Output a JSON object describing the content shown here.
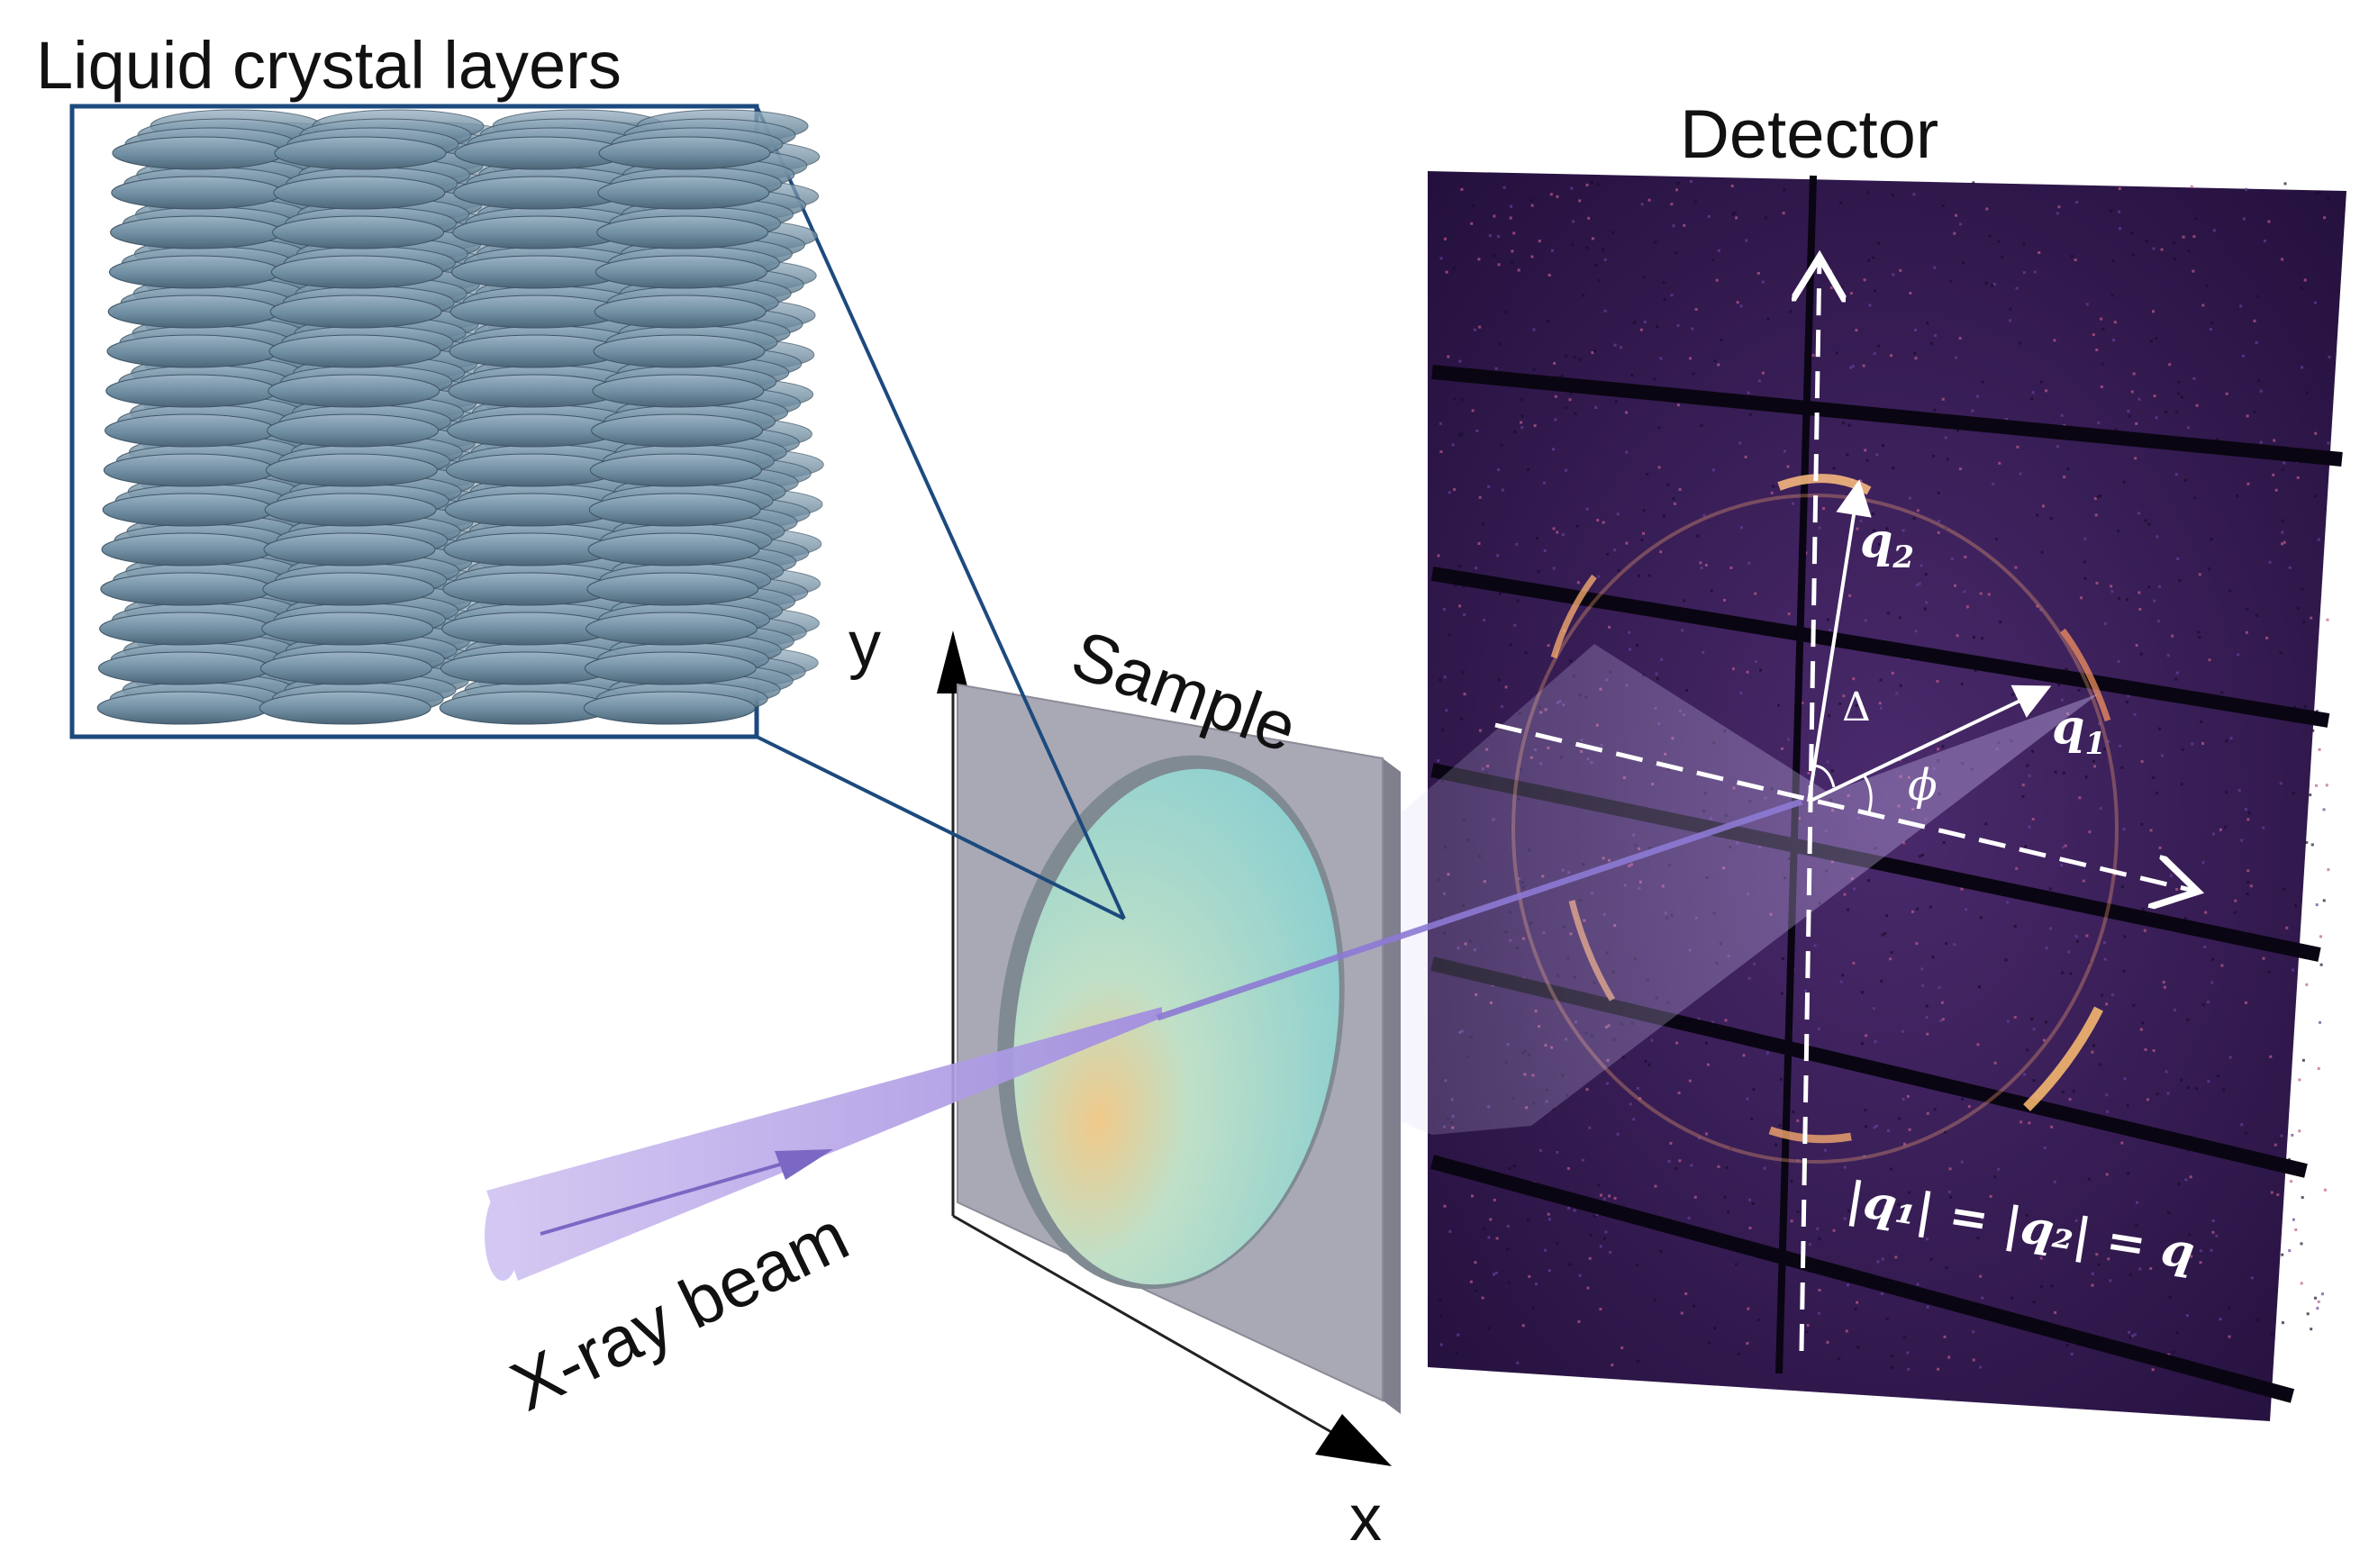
{
  "labels": {
    "liquid_crystal_layers": "Liquid crystal layers",
    "detector": "Detector",
    "sample": "Sample",
    "xray_beam": "X-ray beam",
    "axis_y": "y",
    "axis_x": "x"
  },
  "vectors": {
    "q1": "q",
    "q1_sub": "1",
    "q2": "q",
    "q2_sub": "2",
    "delta": "Δ",
    "phi": "ϕ"
  },
  "equation": {
    "text": "|q₁| = |q₂| = q"
  },
  "colors": {
    "detector_bg": "#2a1244",
    "beam": "#b9a8e6",
    "crystal": "#6f8da1",
    "frame_blue": "#1c4a7e",
    "sample_frame": "#a9a9b6",
    "sample_disc": "#9fd3c9"
  }
}
